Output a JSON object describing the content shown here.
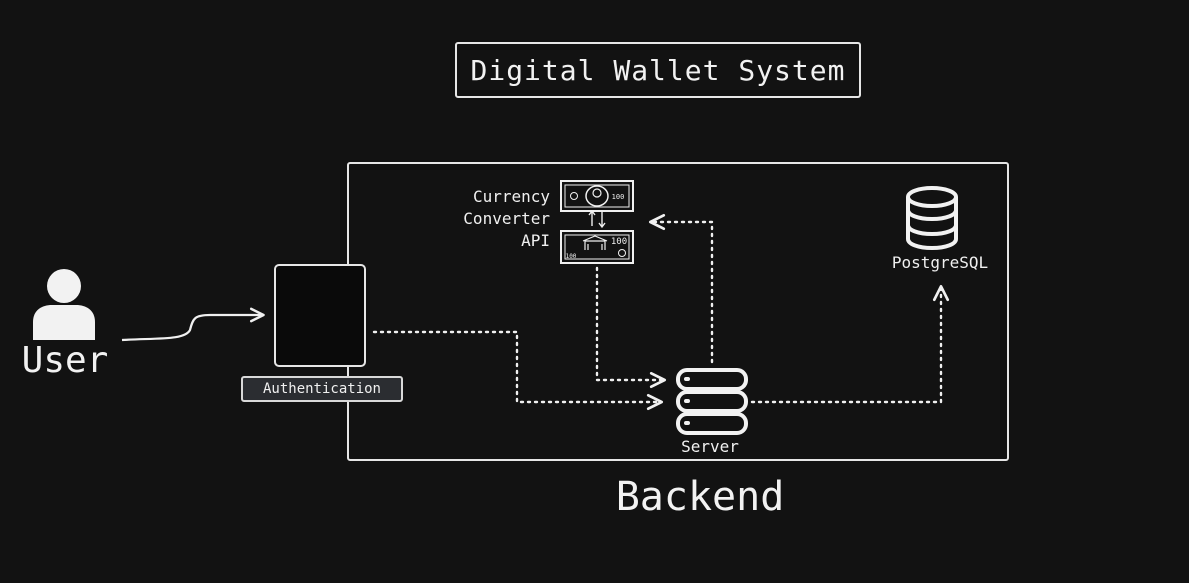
{
  "title": "Digital Wallet System",
  "nodes": {
    "user": "User",
    "authentication": "Authentication",
    "currency_api": [
      "Currency",
      "Converter",
      "API"
    ],
    "server": "Server",
    "database": "PostgreSQL"
  },
  "groups": {
    "backend": "Backend"
  },
  "edges": [
    {
      "from": "User",
      "to": "Authentication",
      "style": "solid"
    },
    {
      "from": "Authentication",
      "to": "Server",
      "style": "dotted"
    },
    {
      "from": "Currency Converter API",
      "to": "Server",
      "style": "dotted"
    },
    {
      "from": "Server",
      "to": "Currency Converter API",
      "style": "dotted"
    },
    {
      "from": "Server",
      "to": "PostgreSQL",
      "style": "dotted"
    }
  ],
  "money_notes": {
    "top_note": "100",
    "bottom_note_right": "100",
    "bottom_note_left": "100"
  }
}
